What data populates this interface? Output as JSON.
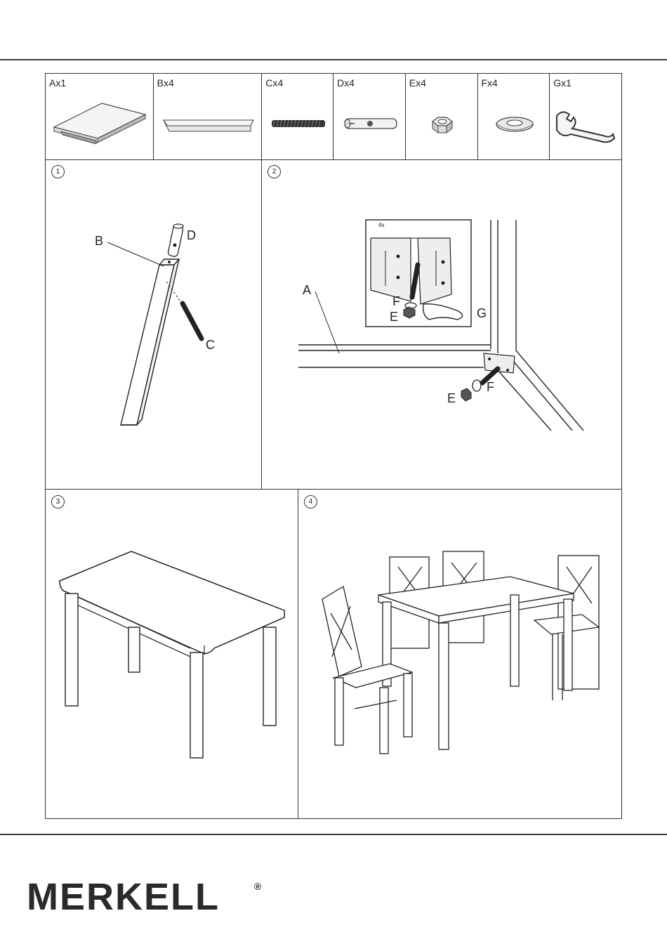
{
  "parts": [
    {
      "label": "Ax1",
      "icon": "tabletop-icon"
    },
    {
      "label": "Bx4",
      "icon": "leg-icon"
    },
    {
      "label": "Cx4",
      "icon": "threaded-rod-icon"
    },
    {
      "label": "Dx4",
      "icon": "barrel-nut-icon"
    },
    {
      "label": "Ex4",
      "icon": "hex-nut-icon"
    },
    {
      "label": "Fx4",
      "icon": "washer-icon"
    },
    {
      "label": "Gx1",
      "icon": "wrench-icon"
    }
  ],
  "steps": [
    {
      "number": "1",
      "callouts": {
        "b": "B",
        "d": "D",
        "c": "C"
      }
    },
    {
      "number": "2",
      "callouts": {
        "a": "A",
        "f1": "F",
        "e1": "E",
        "g": "G",
        "f2": "F",
        "e2": "E",
        "inset": "4x"
      }
    },
    {
      "number": "3"
    },
    {
      "number": "4"
    }
  ],
  "brand": {
    "name": "MERKELL",
    "mark": "®"
  }
}
